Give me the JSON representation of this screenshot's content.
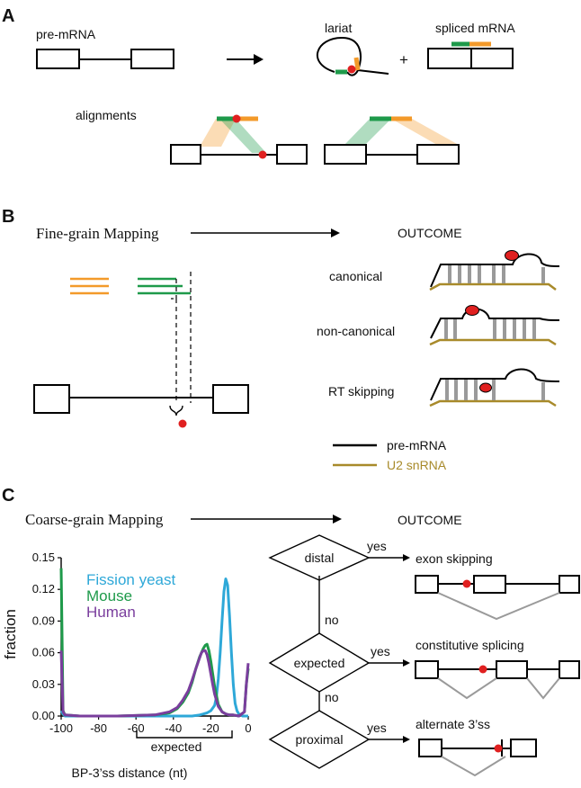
{
  "panel_a": {
    "label": "A",
    "pre_mrna": "pre-mRNA",
    "lariat": "lariat",
    "spliced_mrna": "spliced mRNA",
    "plus": "+",
    "alignments": "alignments"
  },
  "panel_b": {
    "label": "B",
    "mapping_title": "Fine-grain Mapping",
    "outcome": "OUTCOME",
    "rows": [
      "canonical",
      "non-canonical",
      "RT skipping"
    ],
    "legend": [
      {
        "label": "pre-mRNA",
        "color": "#000000"
      },
      {
        "label": "U2 snRNA",
        "color": "#a88a2a"
      }
    ]
  },
  "panel_c": {
    "label": "C",
    "mapping_title": "Coarse-grain Mapping",
    "outcome": "OUTCOME",
    "decisions": [
      {
        "label": "distal",
        "yes": "yes",
        "outcome": "exon skipping"
      },
      {
        "label": "expected",
        "yes": "yes",
        "outcome": "constitutive splicing"
      },
      {
        "label": "proximal",
        "yes": "yes",
        "outcome": "alternate 3’ss"
      }
    ],
    "no_label": "no",
    "expected_bracket": "expected"
  },
  "chart_data": {
    "type": "line",
    "xlabel": "BP-3’ss distance (nt)",
    "ylabel": "fraction",
    "xlim": [
      -100,
      0
    ],
    "ylim": [
      0,
      0.15
    ],
    "xticks": [
      "-100",
      "-80",
      "-60",
      "-40",
      "-20",
      "0"
    ],
    "yticks": [
      "0.00",
      "0.03",
      "0.06",
      "0.09",
      "0.12",
      "0.15"
    ],
    "grid": false,
    "legend_position": "top-left",
    "series": [
      {
        "name": "Fission yeast",
        "color": "#2ea8d8",
        "x": [
          -100,
          -99,
          -98,
          -90,
          -70,
          -50,
          -30,
          -26,
          -24,
          -22,
          -20,
          -18,
          -17,
          -16,
          -15,
          -14,
          -13,
          -12,
          -11,
          -10,
          -9,
          -8,
          -7,
          -6,
          -5,
          -3,
          -1,
          0
        ],
        "y": [
          0.005,
          0.002,
          0.0,
          0.0,
          0.0,
          0.0,
          0.0,
          0.001,
          0.002,
          0.003,
          0.005,
          0.01,
          0.018,
          0.035,
          0.06,
          0.09,
          0.118,
          0.13,
          0.124,
          0.095,
          0.06,
          0.03,
          0.012,
          0.005,
          0.002,
          0.0,
          0.0,
          0.0
        ]
      },
      {
        "name": "Mouse",
        "color": "#1e9a4a",
        "x": [
          -100,
          -99,
          -98,
          -90,
          -70,
          -50,
          -42,
          -38,
          -35,
          -32,
          -30,
          -28,
          -26,
          -24,
          -23,
          -22,
          -21,
          -20,
          -19,
          -18,
          -16,
          -14,
          -12,
          -10,
          -8,
          -5,
          -2,
          -1,
          0
        ],
        "y": [
          0.14,
          0.005,
          0.001,
          0.0,
          0.0,
          0.001,
          0.003,
          0.007,
          0.013,
          0.022,
          0.032,
          0.045,
          0.056,
          0.064,
          0.067,
          0.068,
          0.062,
          0.052,
          0.04,
          0.028,
          0.011,
          0.004,
          0.002,
          0.001,
          0.001,
          0.0,
          0.004,
          0.03,
          0.045
        ]
      },
      {
        "name": "Human",
        "color": "#7a3e9d",
        "x": [
          -100,
          -99,
          -98,
          -90,
          -70,
          -50,
          -42,
          -38,
          -35,
          -32,
          -30,
          -28,
          -26,
          -25,
          -24,
          -23,
          -22,
          -21,
          -20,
          -19,
          -18,
          -16,
          -14,
          -12,
          -10,
          -8,
          -5,
          -2,
          -1,
          0
        ],
        "y": [
          0.062,
          0.004,
          0.001,
          0.0,
          0.0,
          0.001,
          0.004,
          0.008,
          0.015,
          0.024,
          0.034,
          0.045,
          0.055,
          0.06,
          0.062,
          0.062,
          0.058,
          0.05,
          0.04,
          0.03,
          0.021,
          0.009,
          0.004,
          0.002,
          0.001,
          0.001,
          0.0,
          0.004,
          0.03,
          0.05
        ]
      }
    ]
  }
}
